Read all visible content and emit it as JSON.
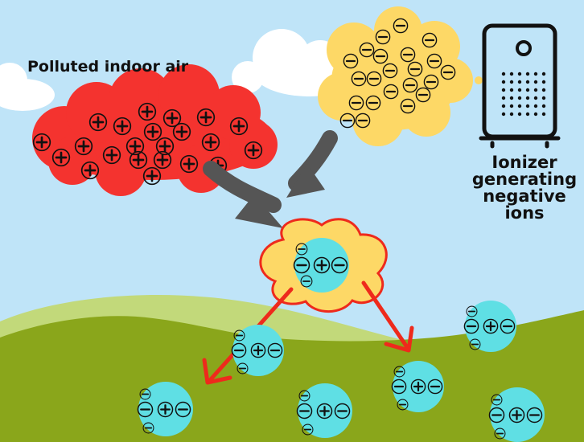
{
  "labels": {
    "polluted_air": "Polluted indoor air",
    "ionizer": "Ionizer generating negative ions"
  },
  "icons": {
    "positive_ion": "plus-in-circle",
    "negative_ion": "minus-in-circle",
    "ionizer_device": "air-ionizer-icon"
  },
  "colors": {
    "sky": "#bfe4f8",
    "polluted_cloud": "#f4332f",
    "ion_cloud": "#fdd866",
    "particle": "#5fdfe4",
    "hill_back": "#c2d97a",
    "hill_front": "#8aa61b",
    "arrow_gray": "#555555",
    "arrow_red": "#ee2a1c"
  }
}
